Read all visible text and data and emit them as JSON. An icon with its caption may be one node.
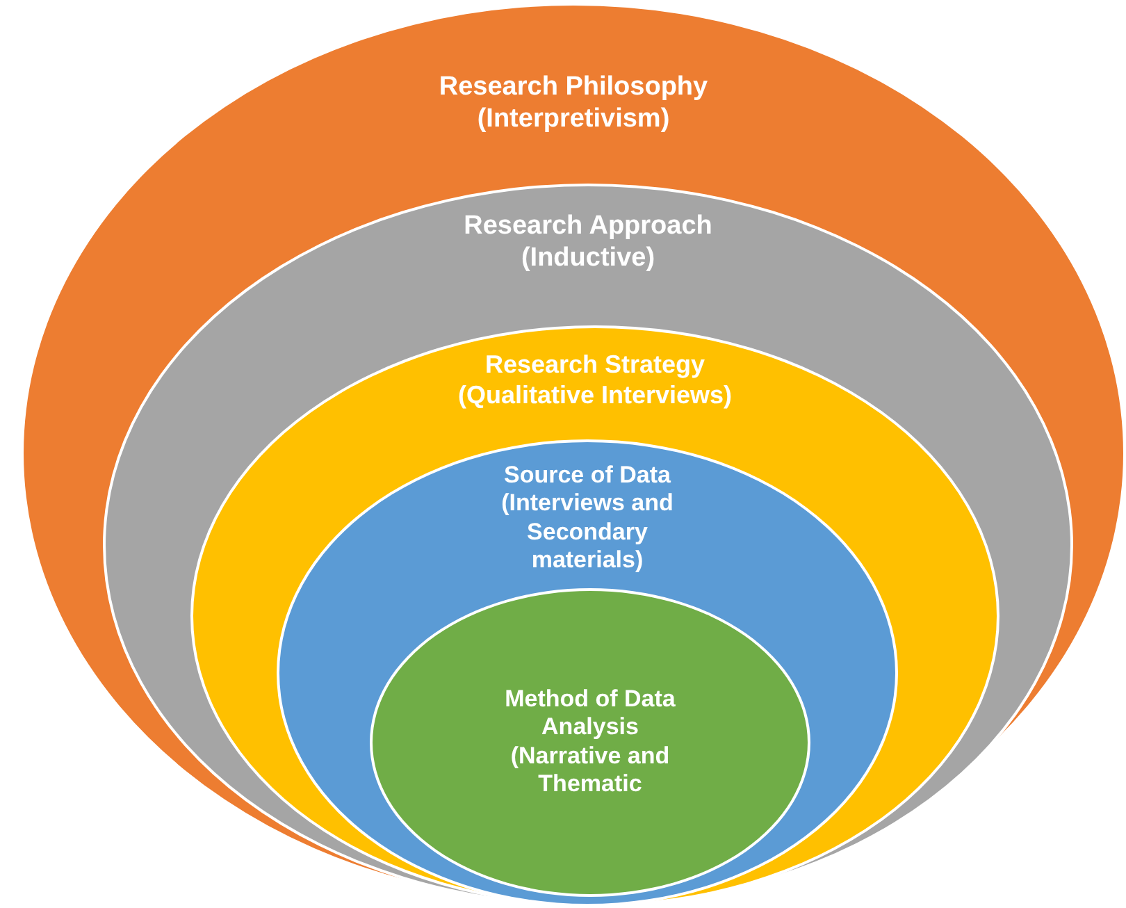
{
  "diagram": {
    "nodes": [
      {
        "text": [
          "Research Philosophy",
          "(Interpretivism)"
        ]
      },
      {
        "text": [
          "Research Approach",
          "(Inductive)"
        ],
        "in": 0
      },
      {
        "text": [
          "Research Strategy",
          "(Qualitative Interviews)"
        ],
        "in": 1
      },
      {
        "text": [
          "Source of Data",
          "(Interviews and Secondary materials)"
        ],
        "in": 2
      },
      {
        "text": [
          "Method of Data Analysis",
          "(Narrative and Thematic"
        ],
        "in": 3
      }
    ],
    "edges": []
  }
}
